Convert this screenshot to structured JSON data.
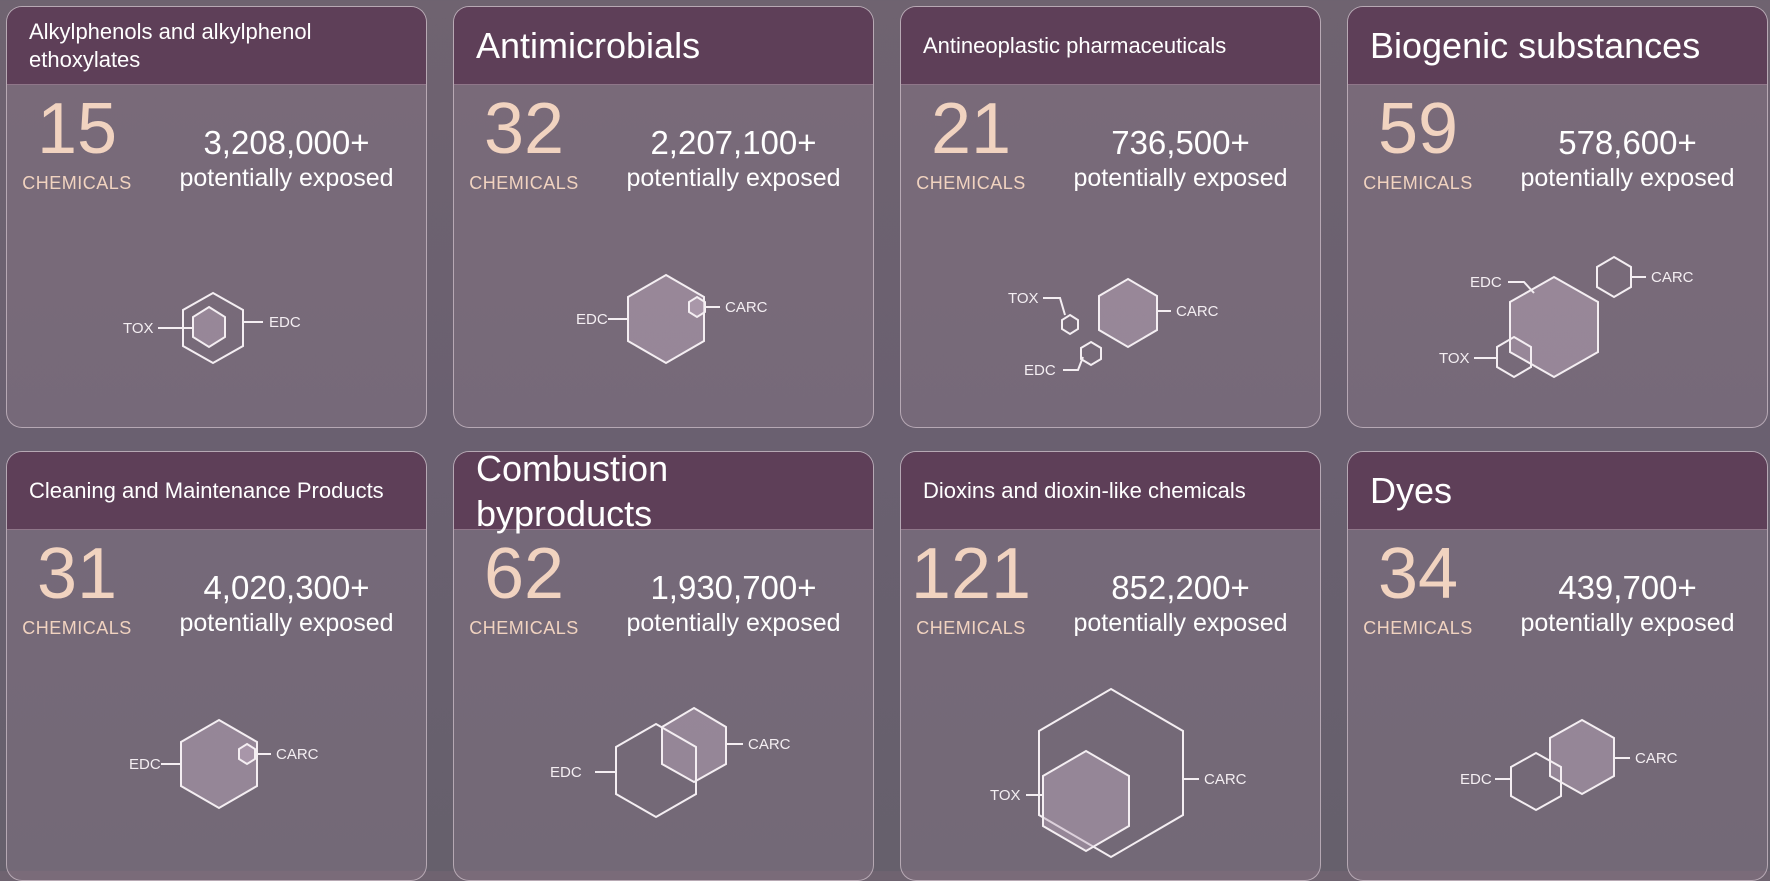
{
  "count_label": "CHEMICALS",
  "exposed_label": "potentially exposed",
  "cards": [
    {
      "title": "Alkylphenols and alkylphenol ethoxylates",
      "chemicals": "15",
      "exposed": "3,208,000+",
      "tags": [
        "TOX",
        "EDC"
      ]
    },
    {
      "title": "Antimicrobials",
      "chemicals": "32",
      "exposed": "2,207,100+",
      "tags": [
        "EDC",
        "CARC"
      ]
    },
    {
      "title": "Antineoplastic pharmaceuticals",
      "chemicals": "21",
      "exposed": "736,500+",
      "tags": [
        "TOX",
        "CARC",
        "EDC"
      ]
    },
    {
      "title": "Biogenic substances",
      "chemicals": "59",
      "exposed": "578,600+",
      "tags": [
        "EDC",
        "CARC",
        "TOX"
      ]
    },
    {
      "title": "Cleaning and Maintenance Products",
      "chemicals": "31",
      "exposed": "4,020,300+",
      "tags": [
        "EDC",
        "CARC"
      ]
    },
    {
      "title": "Combustion byproducts",
      "chemicals": "62",
      "exposed": "1,930,700+",
      "tags": [
        "CARC",
        "EDC"
      ]
    },
    {
      "title": "Dioxins and dioxin-like chemicals",
      "chemicals": "121",
      "exposed": "852,200+",
      "tags": [
        "TOX",
        "CARC"
      ]
    },
    {
      "title": "Dyes",
      "chemicals": "34",
      "exposed": "439,700+",
      "tags": [
        "EDC",
        "CARC"
      ]
    }
  ]
}
